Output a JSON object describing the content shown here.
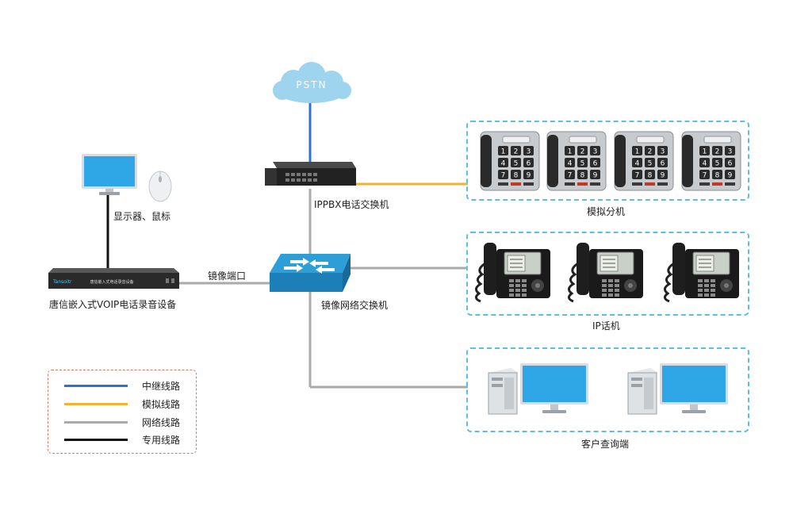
{
  "cloud": {
    "label": "PSTN"
  },
  "devices": {
    "ippbx_label": "IPPBX电话交换机",
    "mirror_switch_label": "镜像网络交换机",
    "mirror_port_label": "镜像端口",
    "monitor_mouse_label": "显示器、鼠标",
    "recorder_label": "唐信嵌入式VOIP电话录音设备",
    "recorder_brand": "Tansoitr",
    "recorder_front_text": "唐信嵌入式电话录音设备"
  },
  "groups": {
    "analog_label": "模拟分机",
    "ip_label": "IP话机",
    "client_label": "客户查询端"
  },
  "keypad": [
    "1",
    "2",
    "3",
    "4",
    "5",
    "6",
    "7",
    "8",
    "9"
  ],
  "legend": {
    "items": [
      {
        "label": "中继线路",
        "color": "#2f6fd6"
      },
      {
        "label": "模拟线路",
        "color": "#f2b233"
      },
      {
        "label": "网络线路",
        "color": "#aaaaaa"
      },
      {
        "label": "专用线路",
        "color": "#111111"
      }
    ]
  },
  "colors": {
    "trunk": "#2f6fd6",
    "analog": "#f2b233",
    "network": "#aaaaaa",
    "dedicated": "#111111",
    "dashed_box": "#5bbfe8",
    "cloud": "#9fd4ee"
  }
}
